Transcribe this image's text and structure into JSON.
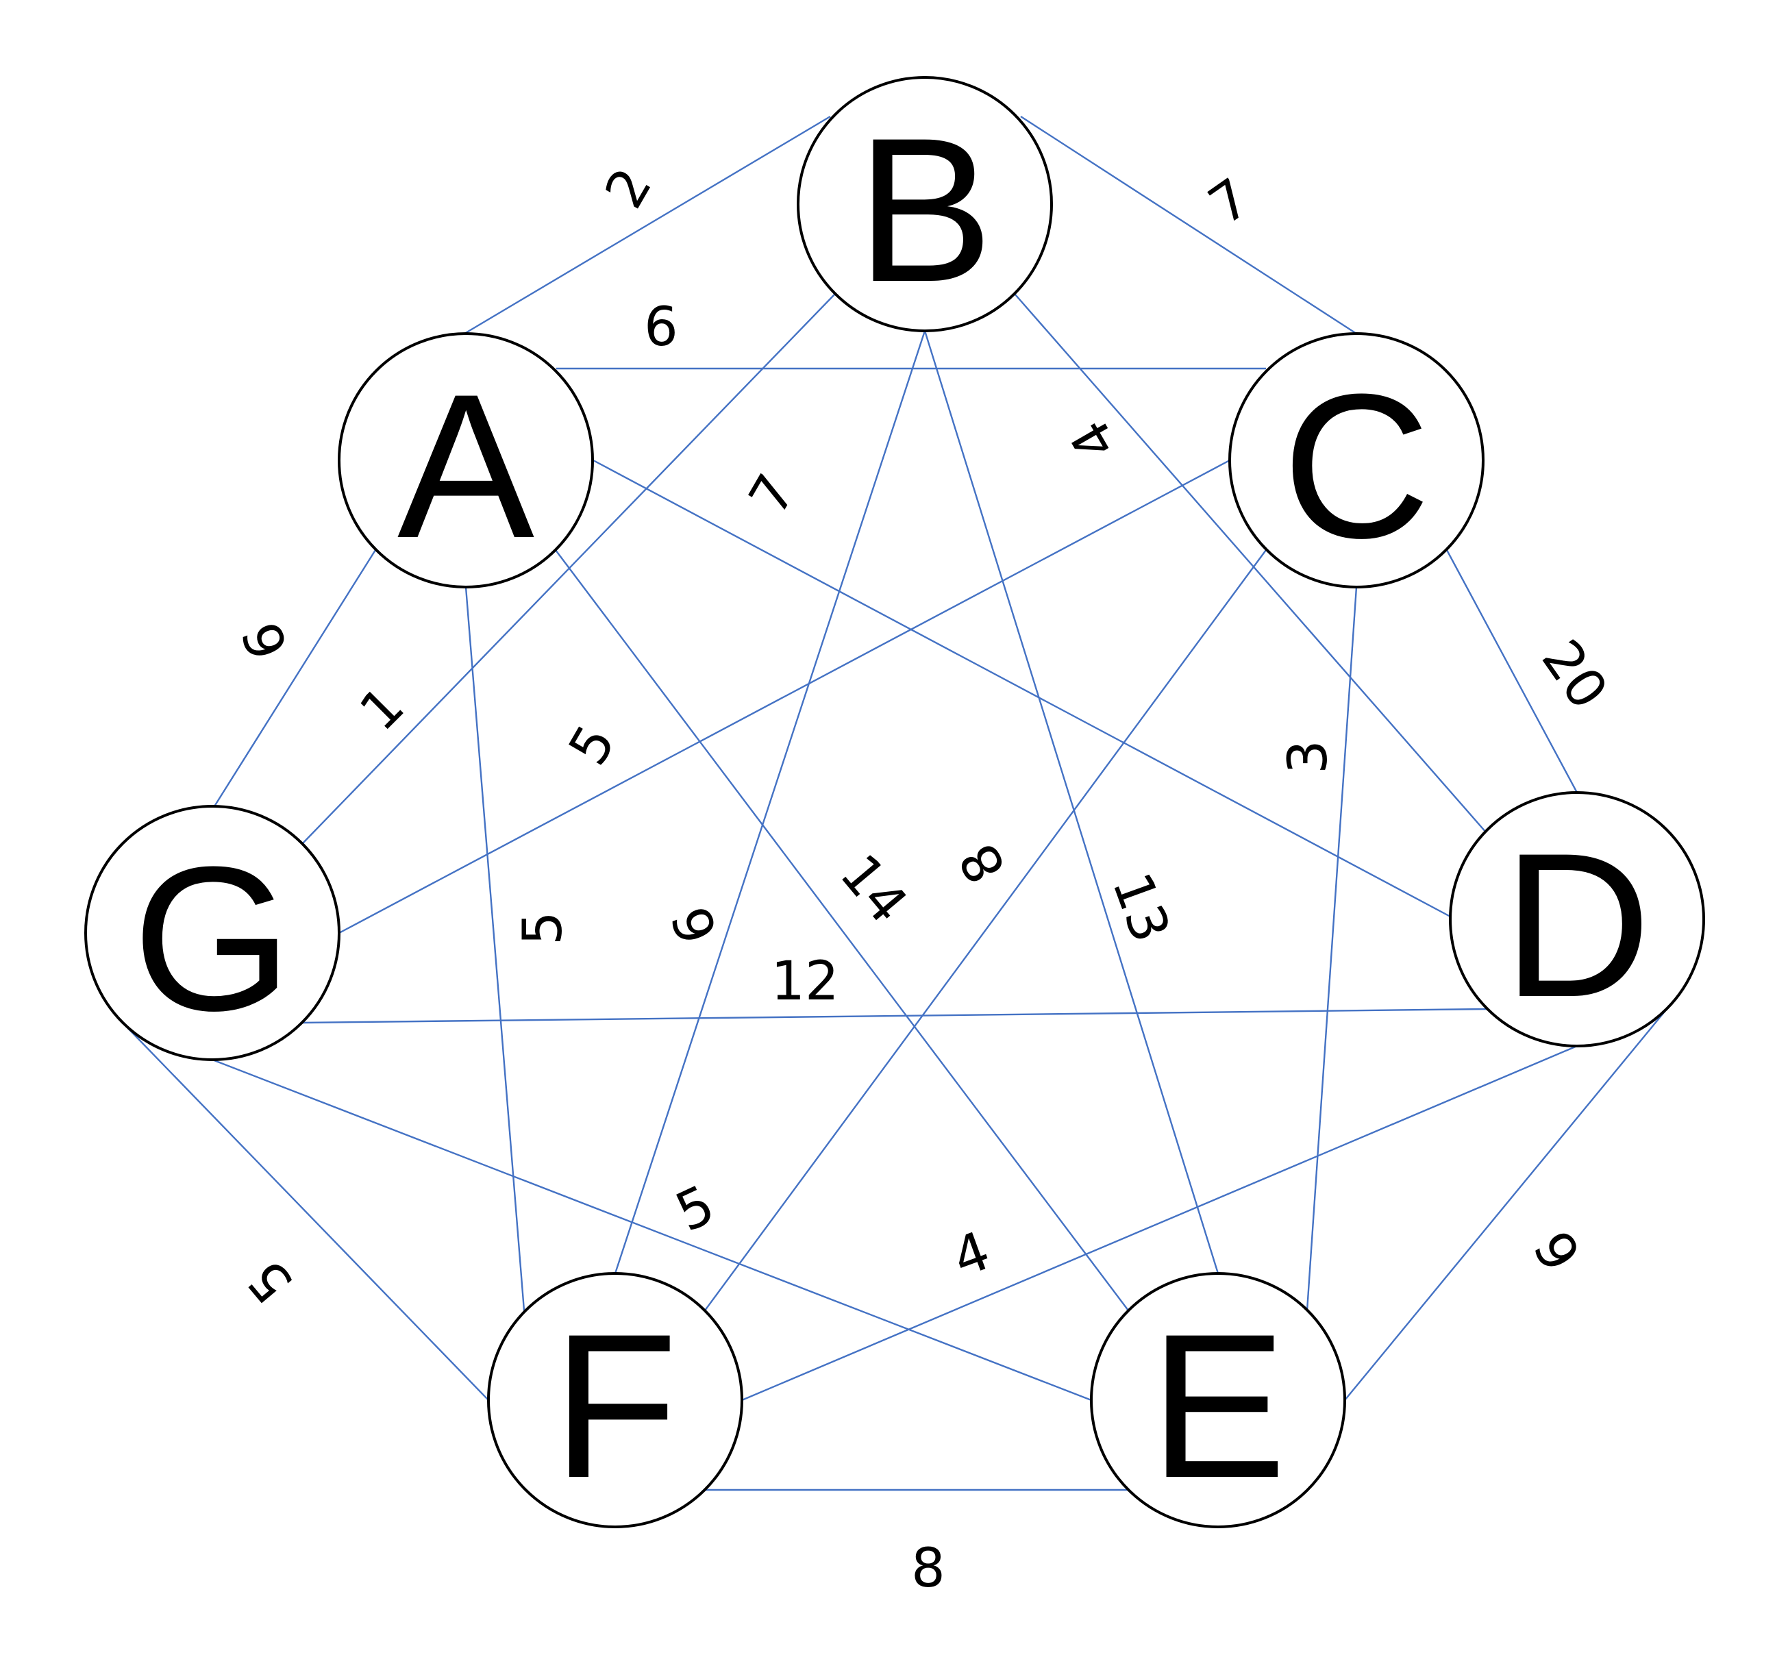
{
  "graph": {
    "edge_color": "#4472C4",
    "node_stroke": "#000000",
    "nodes": [
      {
        "id": "A",
        "label": "A"
      },
      {
        "id": "B",
        "label": "B"
      },
      {
        "id": "C",
        "label": "C"
      },
      {
        "id": "D",
        "label": "D"
      },
      {
        "id": "E",
        "label": "E"
      },
      {
        "id": "F",
        "label": "F"
      },
      {
        "id": "G",
        "label": "G"
      }
    ],
    "edges": [
      {
        "from": "A",
        "to": "B",
        "weight": "2"
      },
      {
        "from": "B",
        "to": "C",
        "weight": "7"
      },
      {
        "from": "A",
        "to": "C",
        "weight": "6"
      },
      {
        "from": "B",
        "to": "D",
        "weight": "4"
      },
      {
        "from": "A",
        "to": "D",
        "weight": "7"
      },
      {
        "from": "A",
        "to": "G",
        "weight": "6"
      },
      {
        "from": "B",
        "to": "G",
        "weight": "1"
      },
      {
        "from": "C",
        "to": "G",
        "weight": "5"
      },
      {
        "from": "C",
        "to": "D",
        "weight": "20"
      },
      {
        "from": "C",
        "to": "E",
        "weight": "3"
      },
      {
        "from": "A",
        "to": "F",
        "weight": "5"
      },
      {
        "from": "B",
        "to": "F",
        "weight": "6"
      },
      {
        "from": "A",
        "to": "E",
        "weight": "14"
      },
      {
        "from": "C",
        "to": "F",
        "weight": "8"
      },
      {
        "from": "B",
        "to": "E",
        "weight": "13"
      },
      {
        "from": "G",
        "to": "D",
        "weight": "12"
      },
      {
        "from": "G",
        "to": "E",
        "weight": "5"
      },
      {
        "from": "D",
        "to": "F",
        "weight": "4"
      },
      {
        "from": "G",
        "to": "F",
        "weight": "5"
      },
      {
        "from": "D",
        "to": "E",
        "weight": "6"
      },
      {
        "from": "F",
        "to": "E",
        "weight": "8"
      }
    ]
  }
}
